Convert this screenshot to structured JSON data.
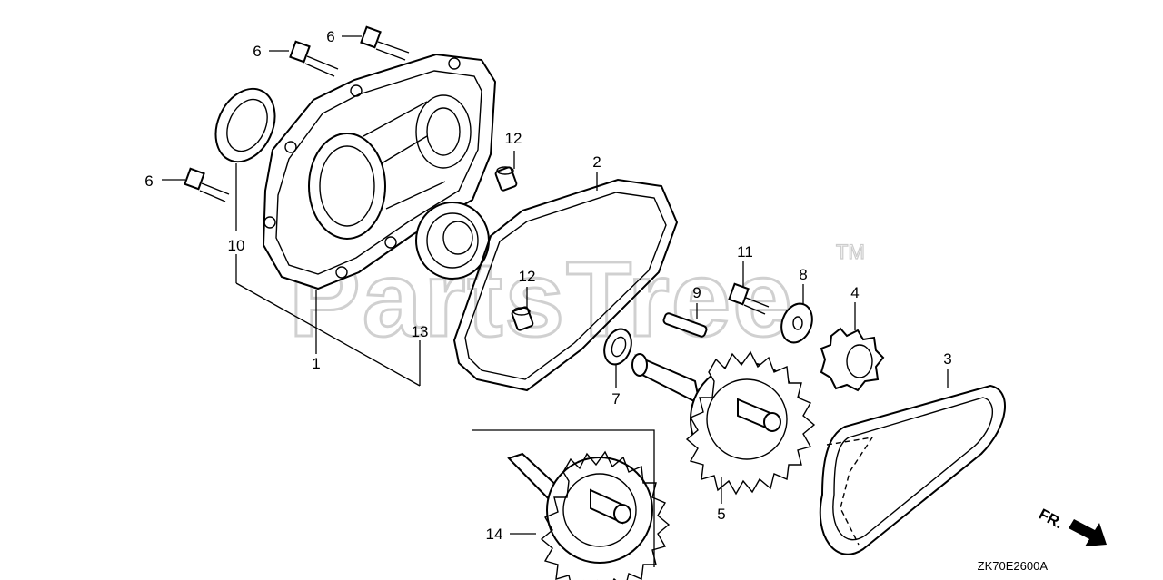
{
  "watermark": {
    "text": "PartsTree",
    "trademark": "TM"
  },
  "diagram_code": "ZK70E2600A",
  "front_indicator": "FR.",
  "callouts": [
    {
      "id": "bolt-a",
      "number": "6"
    },
    {
      "id": "bolt-b",
      "number": "6"
    },
    {
      "id": "bolt-c",
      "number": "6"
    },
    {
      "id": "dowel-upper",
      "number": "12"
    },
    {
      "id": "gasket",
      "number": "2"
    },
    {
      "id": "oil-seal",
      "number": "10"
    },
    {
      "id": "flange-bolt",
      "number": "11"
    },
    {
      "id": "washer-8",
      "number": "8"
    },
    {
      "id": "key",
      "number": "9"
    },
    {
      "id": "sprocket-small",
      "number": "4"
    },
    {
      "id": "chain",
      "number": "3"
    },
    {
      "id": "dowel-lower",
      "number": "12"
    },
    {
      "id": "bearing",
      "number": "13"
    },
    {
      "id": "cover",
      "number": "1"
    },
    {
      "id": "washer-7",
      "number": "7"
    },
    {
      "id": "sprocket-large",
      "number": "5"
    },
    {
      "id": "sprocket-alt",
      "number": "14"
    }
  ]
}
